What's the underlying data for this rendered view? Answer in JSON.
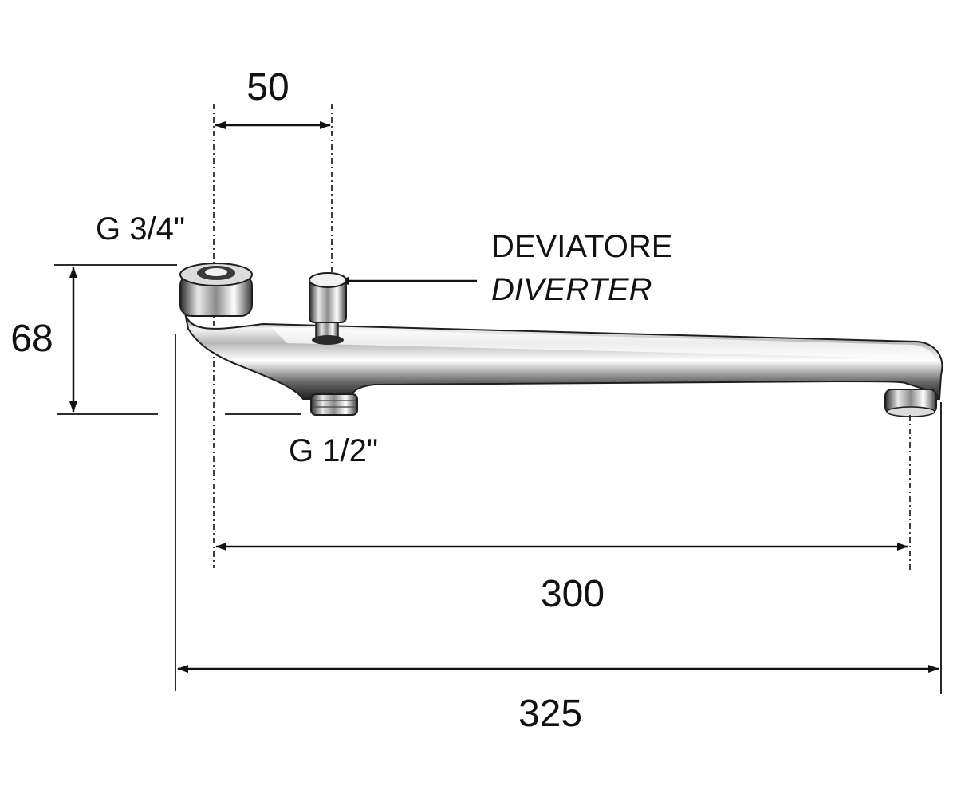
{
  "dimensions": {
    "width_top": "50",
    "height_left": "68",
    "length_inner": "300",
    "length_overall": "325"
  },
  "threads": {
    "top_inlet": "G 3/4\"",
    "bottom_outlet": "G 1/2\""
  },
  "callout": {
    "line1": "DEVIATORE",
    "line2": "DIVERTER"
  },
  "colors": {
    "ink": "#111111",
    "chrome_dark": "#2a2a2a",
    "chrome_mid": "#9a9a9a",
    "chrome_light": "#f2f2f2"
  }
}
